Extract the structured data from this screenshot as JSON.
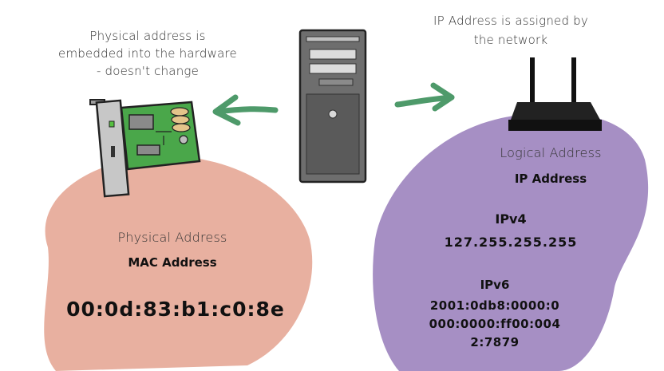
{
  "physical_note": {
    "line1": "Physical address is",
    "line2": "embedded into the hardware",
    "line3": "- doesn't change"
  },
  "ip_note": {
    "line1": "IP Address is assigned by",
    "line2": "the network"
  },
  "physical": {
    "heading": "Physical Address",
    "subheading": "MAC Address",
    "value": "00:0d:83:b1:c0:8e"
  },
  "logical": {
    "heading": "Logical Address",
    "subheading": "IP Address",
    "ipv4_label": "IPv4",
    "ipv4_value": "127.255.255.255",
    "ipv6_label": "IPv6",
    "ipv6_line1": "2001:0db8:0000:0",
    "ipv6_line2": "000:0000:ff00:004",
    "ipv6_line3": "2:7879"
  },
  "colors": {
    "physical_blob": "#e8b0a0",
    "logical_blob": "#a68fc4",
    "arrow": "#4e9a6a"
  }
}
